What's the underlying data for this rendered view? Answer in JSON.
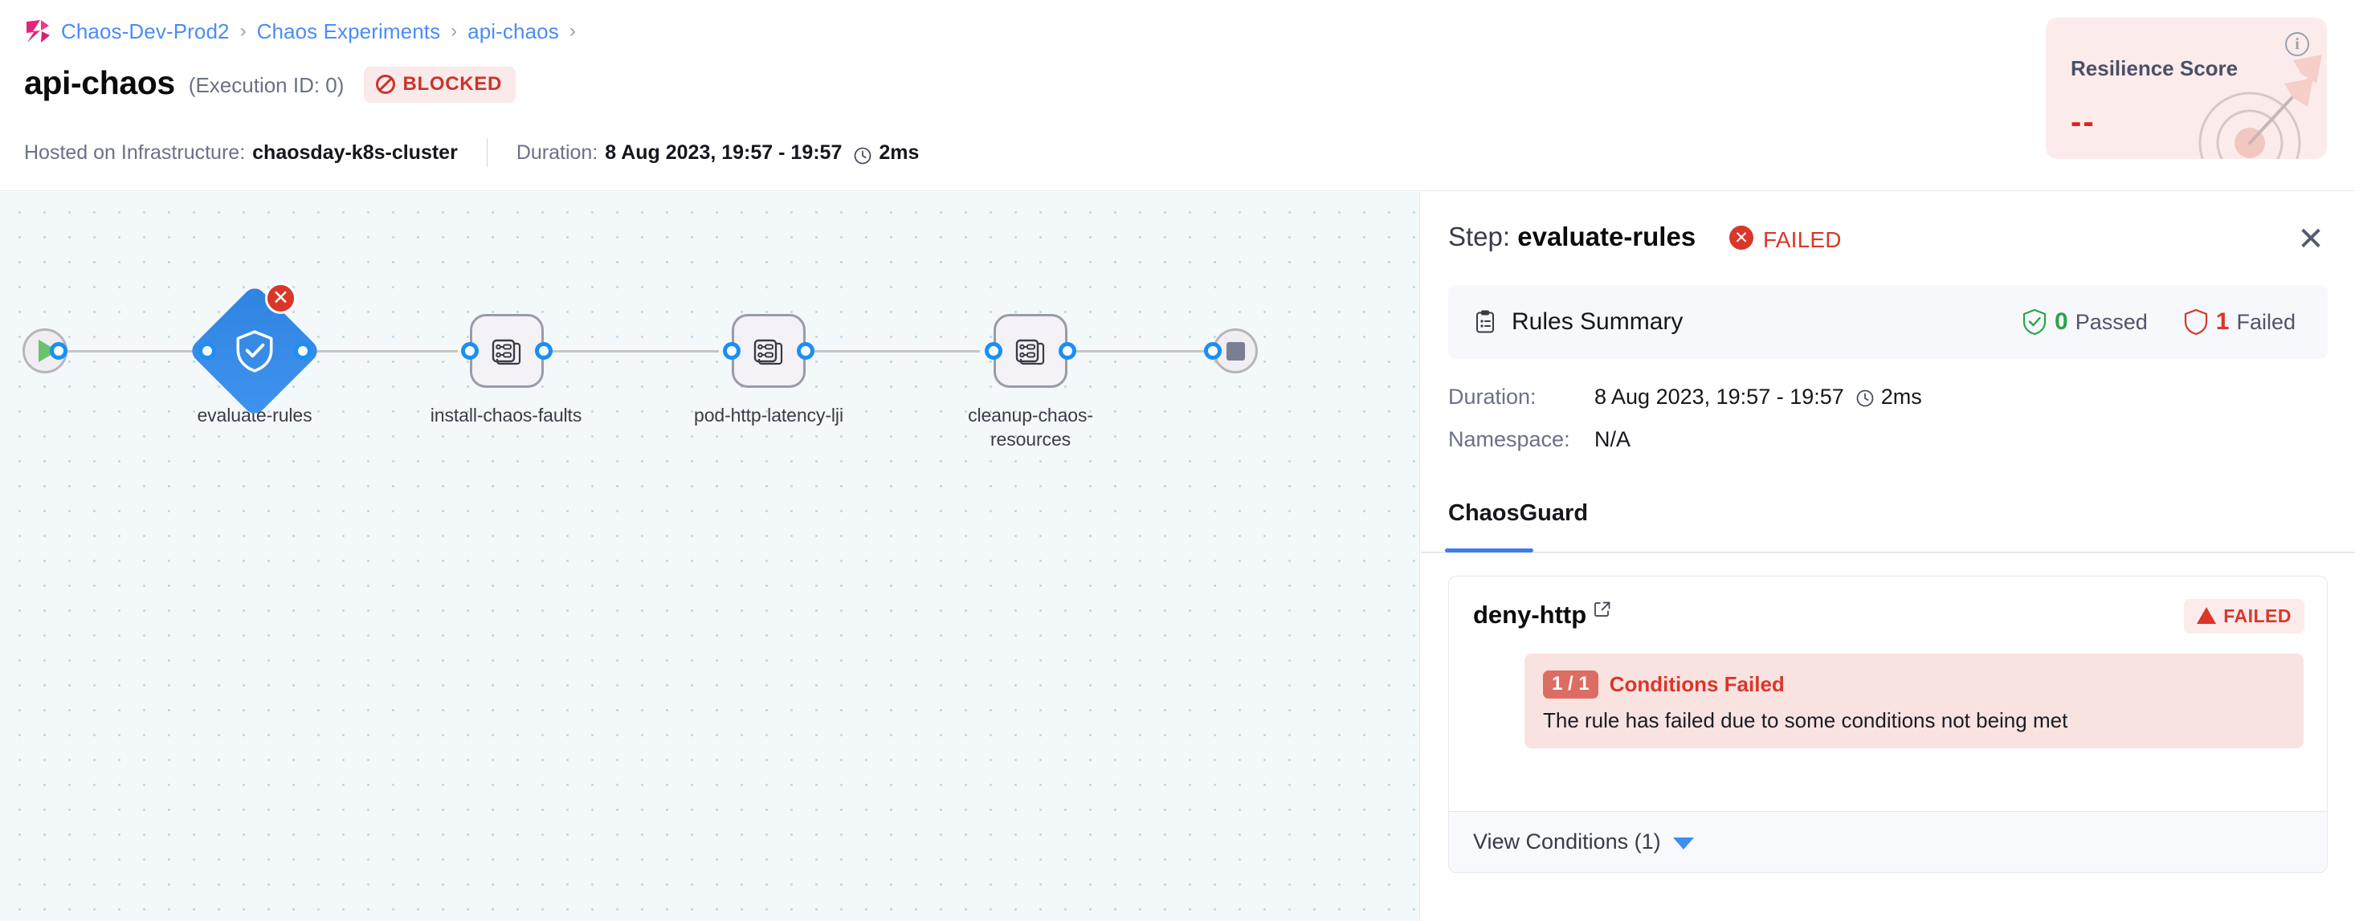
{
  "breadcrumb": {
    "logo_icon": "harness-logo-icon",
    "items": [
      {
        "label": "Chaos-Dev-Prod2"
      },
      {
        "label": "Chaos Experiments"
      },
      {
        "label": "api-chaos"
      }
    ],
    "separator": "›"
  },
  "header": {
    "title": "api-chaos",
    "execution_id": "(Execution ID: 0)",
    "status_label": "BLOCKED",
    "status_icon": "blocked-circle-icon",
    "status_color": "#c8352c",
    "status_bg": "#fbeaea",
    "infrastructure_label": "Hosted on Infrastructure:",
    "infrastructure_value": "chaosday-k8s-cluster",
    "duration_label": "Duration:",
    "duration_value": "8 Aug 2023, 19:57 - 19:57",
    "duration_elapsed": "2ms",
    "clock_icon": "clock-icon"
  },
  "resilience_score": {
    "title": "Resilience Score",
    "value": "--",
    "info_icon": "info-icon",
    "art_icon": "target-dart-icon",
    "bg_color": "#fbeceb",
    "value_color": "#d9231c"
  },
  "graph": {
    "start_node": {
      "name": "start-node",
      "icon": "play-icon"
    },
    "end_node": {
      "name": "end-node",
      "icon": "stop-icon"
    },
    "nodes": [
      {
        "id": "evaluate-rules",
        "label": "evaluate-rules",
        "type": "diamond",
        "icon": "shield-check-icon",
        "status": "failed",
        "badge_icon": "error-x-icon"
      },
      {
        "id": "install-chaos-faults",
        "label": "install-chaos-faults",
        "type": "task",
        "icon": "chaos-fault-icon",
        "status": "not-run"
      },
      {
        "id": "pod-http-latency-lji",
        "label": "pod-http-latency-lji",
        "type": "task",
        "icon": "chaos-fault-icon",
        "status": "not-run"
      },
      {
        "id": "cleanup-chaos-resources",
        "label": "cleanup-chaos-resources",
        "type": "task",
        "icon": "chaos-fault-icon",
        "status": "not-run"
      }
    ]
  },
  "panel": {
    "step_prefix": "Step:",
    "step_name": "evaluate-rules",
    "step_status": "FAILED",
    "step_status_icon": "error-circle-icon",
    "close_icon": "close-icon",
    "rules_summary": {
      "icon": "clipboard-icon",
      "label": "Rules Summary",
      "passed_count": "0",
      "passed_label": "Passed",
      "passed_icon": "shield-check-green-icon",
      "failed_count": "1",
      "failed_label": "Failed",
      "failed_icon": "shield-red-icon"
    },
    "details": [
      {
        "key": "Duration:",
        "value": "8 Aug 2023, 19:57 - 19:57",
        "extra": "2ms",
        "icon": "clock-icon"
      },
      {
        "key": "Namespace:",
        "value": "N/A",
        "extra": "",
        "icon": ""
      }
    ],
    "tabs": [
      {
        "label": "ChaosGuard",
        "active": true
      }
    ],
    "rule": {
      "name": "deny-http",
      "external_link_icon": "external-link-icon",
      "badge_label": "FAILED",
      "badge_icon": "warning-triangle-icon",
      "conditions_chip": "1 / 1",
      "conditions_label": "Conditions Failed",
      "message": "The rule has failed due to some conditions not being met",
      "footer_label": "View Conditions (1)",
      "footer_icon": "chevron-down-icon"
    }
  }
}
